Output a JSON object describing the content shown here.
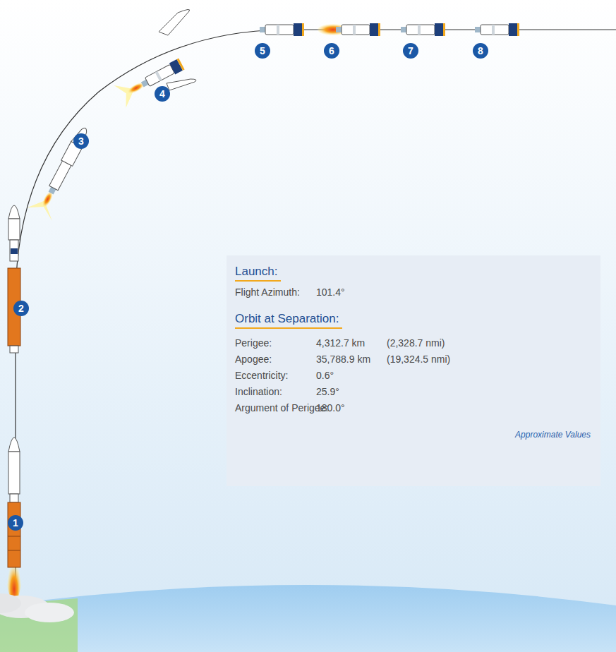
{
  "diagram": {
    "nodes": [
      {
        "text": [
          "Launch:",
          "Flight Azimuth:",
          "101.4°",
          "Orbit at Separation:",
          "Perigee:",
          "4,312.7 km",
          "(2,328.7 nmi)",
          "Apogee:",
          "35,788.9 km",
          "(19,324.5 nmi)",
          "Eccentricity:",
          "0.6°",
          "Inclination:",
          "25.9°",
          "Argument of Perigee:",
          "180.0°",
          "Approximate Values"
        ]
      }
    ],
    "labels": [
      "1",
      "2",
      "3",
      "4",
      "5",
      "6",
      "7",
      "8"
    ]
  }
}
